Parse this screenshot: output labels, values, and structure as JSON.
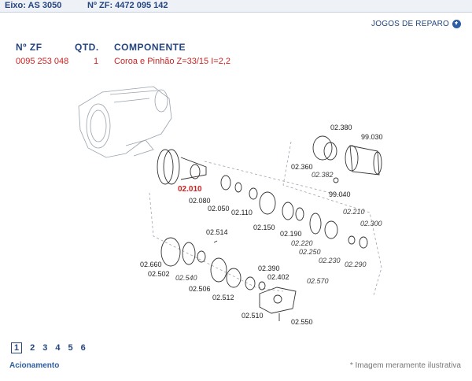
{
  "header": {
    "eixo": "Eixo: AS 3050",
    "nzf": "Nº ZF: 4472 095 142"
  },
  "jogos": {
    "label": "JOGOS DE REPARO",
    "icon": "download-circle-icon"
  },
  "table": {
    "columns": [
      "Nº ZF",
      "QTD.",
      "COMPONENTE"
    ],
    "rows": [
      {
        "nzf": "0095 253 048",
        "qtd": "1",
        "componente": "Coroa e Pinhão Z=33/15 I=2,2"
      }
    ]
  },
  "diagram": {
    "labels": {
      "p02380": "02.380",
      "p99030": "99.030",
      "p02360": "02.360",
      "p02382": "02.382",
      "p99040": "99.040",
      "p02010": "02.010",
      "p02080": "02.080",
      "p02050": "02.050",
      "p02110": "02.110",
      "p02210": "02.210",
      "p02300": "02.300",
      "p02150": "02.150",
      "p02190": "02.190",
      "p02220": "02.220",
      "p02250": "02.250",
      "p02230": "02.230",
      "p02290": "02.290",
      "p02514": "02.514",
      "p02660": "02.660",
      "p02502": "02.502",
      "p02540": "02.540",
      "p02390": "02.390",
      "p02402": "02.402",
      "p02506": "02.506",
      "p02512": "02.512",
      "p02570": "02.570",
      "p02510": "02.510",
      "p02550": "02.550"
    }
  },
  "pager": {
    "pages": [
      "1",
      "2",
      "3",
      "4",
      "5",
      "6"
    ],
    "active": "1"
  },
  "footer": {
    "acionamento": "Acionamento",
    "imagem": "* Imagem meramente ilustrativa"
  },
  "colors": {
    "brand": "#25457f",
    "highlight": "#d02020",
    "topbar": "#eef1f6"
  }
}
